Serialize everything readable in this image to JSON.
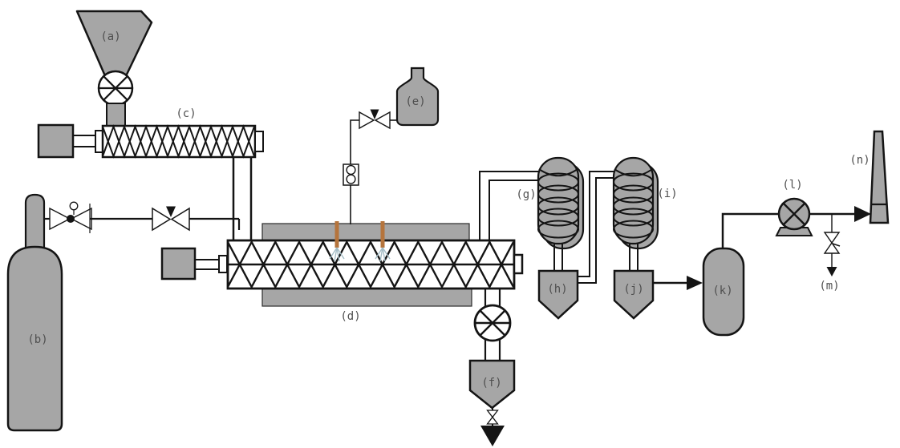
{
  "diagram": {
    "labels": {
      "a": "(a)",
      "b": "(b)",
      "c": "(c)",
      "d": "(d)",
      "e": "(e)",
      "f": "(f)",
      "g": "(g)",
      "h": "(h)",
      "i": "(i)",
      "j": "(j)",
      "k": "(k)",
      "l": "(l)",
      "m": "(m)",
      "n": "(n)"
    },
    "colors": {
      "equipment_fill": "#a6a6a6",
      "outline": "#141414",
      "label_text": "#4f4f4f",
      "injector_orange": "#b5743c",
      "spray_blue": "#a4bdc6",
      "background": "#ffffff"
    }
  }
}
